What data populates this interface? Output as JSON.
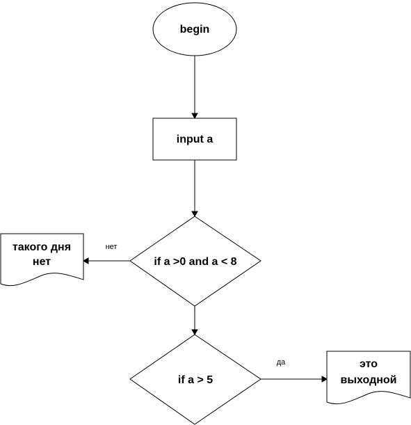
{
  "nodes": {
    "begin": {
      "label": "begin"
    },
    "input": {
      "label": "input a"
    },
    "decision_range": {
      "label": "if a >0 and a < 8"
    },
    "no_such_day": {
      "label_lines": [
        "такого дня",
        "нет"
      ]
    },
    "decision_weekend": {
      "label": "if a > 5"
    },
    "weekend": {
      "label_lines": [
        "это",
        "выходной"
      ]
    }
  },
  "edges": {
    "range_no": {
      "label": "нет"
    },
    "weekend_yes": {
      "label": "да"
    }
  },
  "colors": {
    "stroke": "#000000",
    "fill": "#ffffff",
    "text": "#000000"
  }
}
